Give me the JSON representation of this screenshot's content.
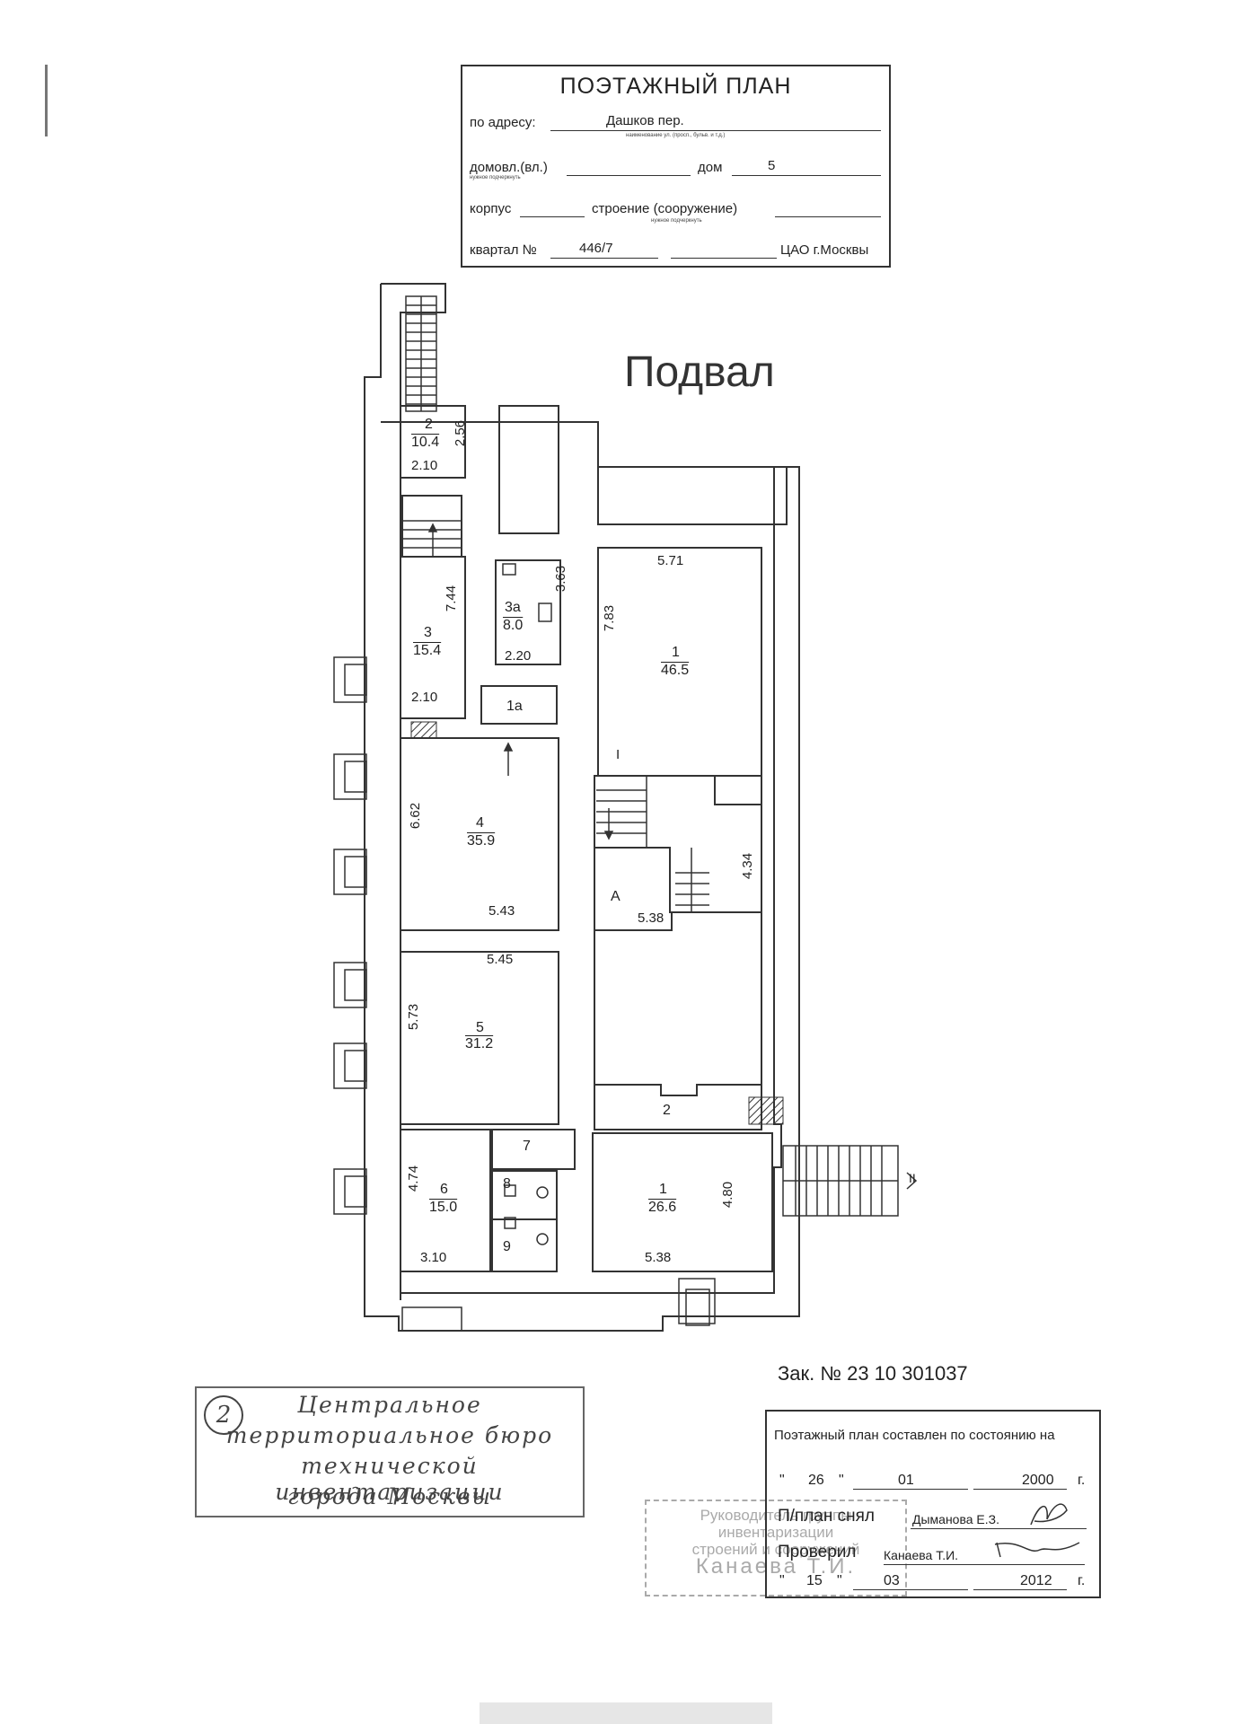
{
  "header": {
    "title": "ПОЭТАЖНЫЙ ПЛАН",
    "address_label": "по адресу:",
    "address_value": "Дашков пер.",
    "address_hint": "наименование ул. (просп., бульв. и т.д.)",
    "domovl_label": "домовл.(вл.)",
    "domovl_hint": "нужное подчеркнуть",
    "dom_label": "дом",
    "dom_value": "5",
    "korpus_label": "корпус",
    "stroenie_label": "строение (сооружение)",
    "stroenie_hint": "нужное подчеркнуть",
    "kvartal_label": "квартал №",
    "kvartal_value": "446/7",
    "district": "ЦАО г.Москвы"
  },
  "plan": {
    "title": "Подвал",
    "rooms": [
      {
        "no": "2",
        "area": "10.4"
      },
      {
        "no": "3",
        "area": "15.4"
      },
      {
        "no": "3а",
        "area": "8.0"
      },
      {
        "no": "1а",
        "area": ""
      },
      {
        "no": "1",
        "area": "46.5"
      },
      {
        "no": "4",
        "area": "35.9"
      },
      {
        "no": "5",
        "area": "31.2"
      },
      {
        "no": "6",
        "area": "15.0"
      },
      {
        "no": "7",
        "area": ""
      },
      {
        "no": "8",
        "area": ""
      },
      {
        "no": "9",
        "area": ""
      },
      {
        "no": "1",
        "area": "26.6"
      },
      {
        "no": "2",
        "area": ""
      },
      {
        "no": "A",
        "area": ""
      }
    ],
    "dims": [
      "2.56",
      "2.10",
      "7.44",
      "3.63",
      "2.20",
      "2.10",
      "5.71",
      "7.83",
      "6.62",
      "5.43",
      "4.34",
      "5.38",
      "5.45",
      "5.73",
      "4.74",
      "3.10",
      "4.80",
      "5.38"
    ],
    "stair_marks": [
      "I",
      "II"
    ]
  },
  "order": "Зак. № 23 10 301037",
  "stamp": {
    "badge": "2",
    "lines": [
      "Центральное",
      "территориальное бюро",
      "технической инвентаризации",
      "города Москвы"
    ]
  },
  "faint_stamp": {
    "lines": [
      "Руководитель группы",
      "инвентаризации",
      "строений и сооружений",
      "Канаева Т.И."
    ]
  },
  "status": {
    "heading": "Поэтажный план составлен по состоянию на",
    "q1": "\"",
    "date1_day": "26",
    "date1_month": "01",
    "date1_year": "2000",
    "year_suffix": "г.",
    "surveyed_label": "П/план снял",
    "surveyed_name": "Дыманова Е.З.",
    "checked_label": "Проверил",
    "checked_name": "Канаева Т.И.",
    "date2_day": "15",
    "date2_month": "03",
    "date2_year": "2012"
  }
}
